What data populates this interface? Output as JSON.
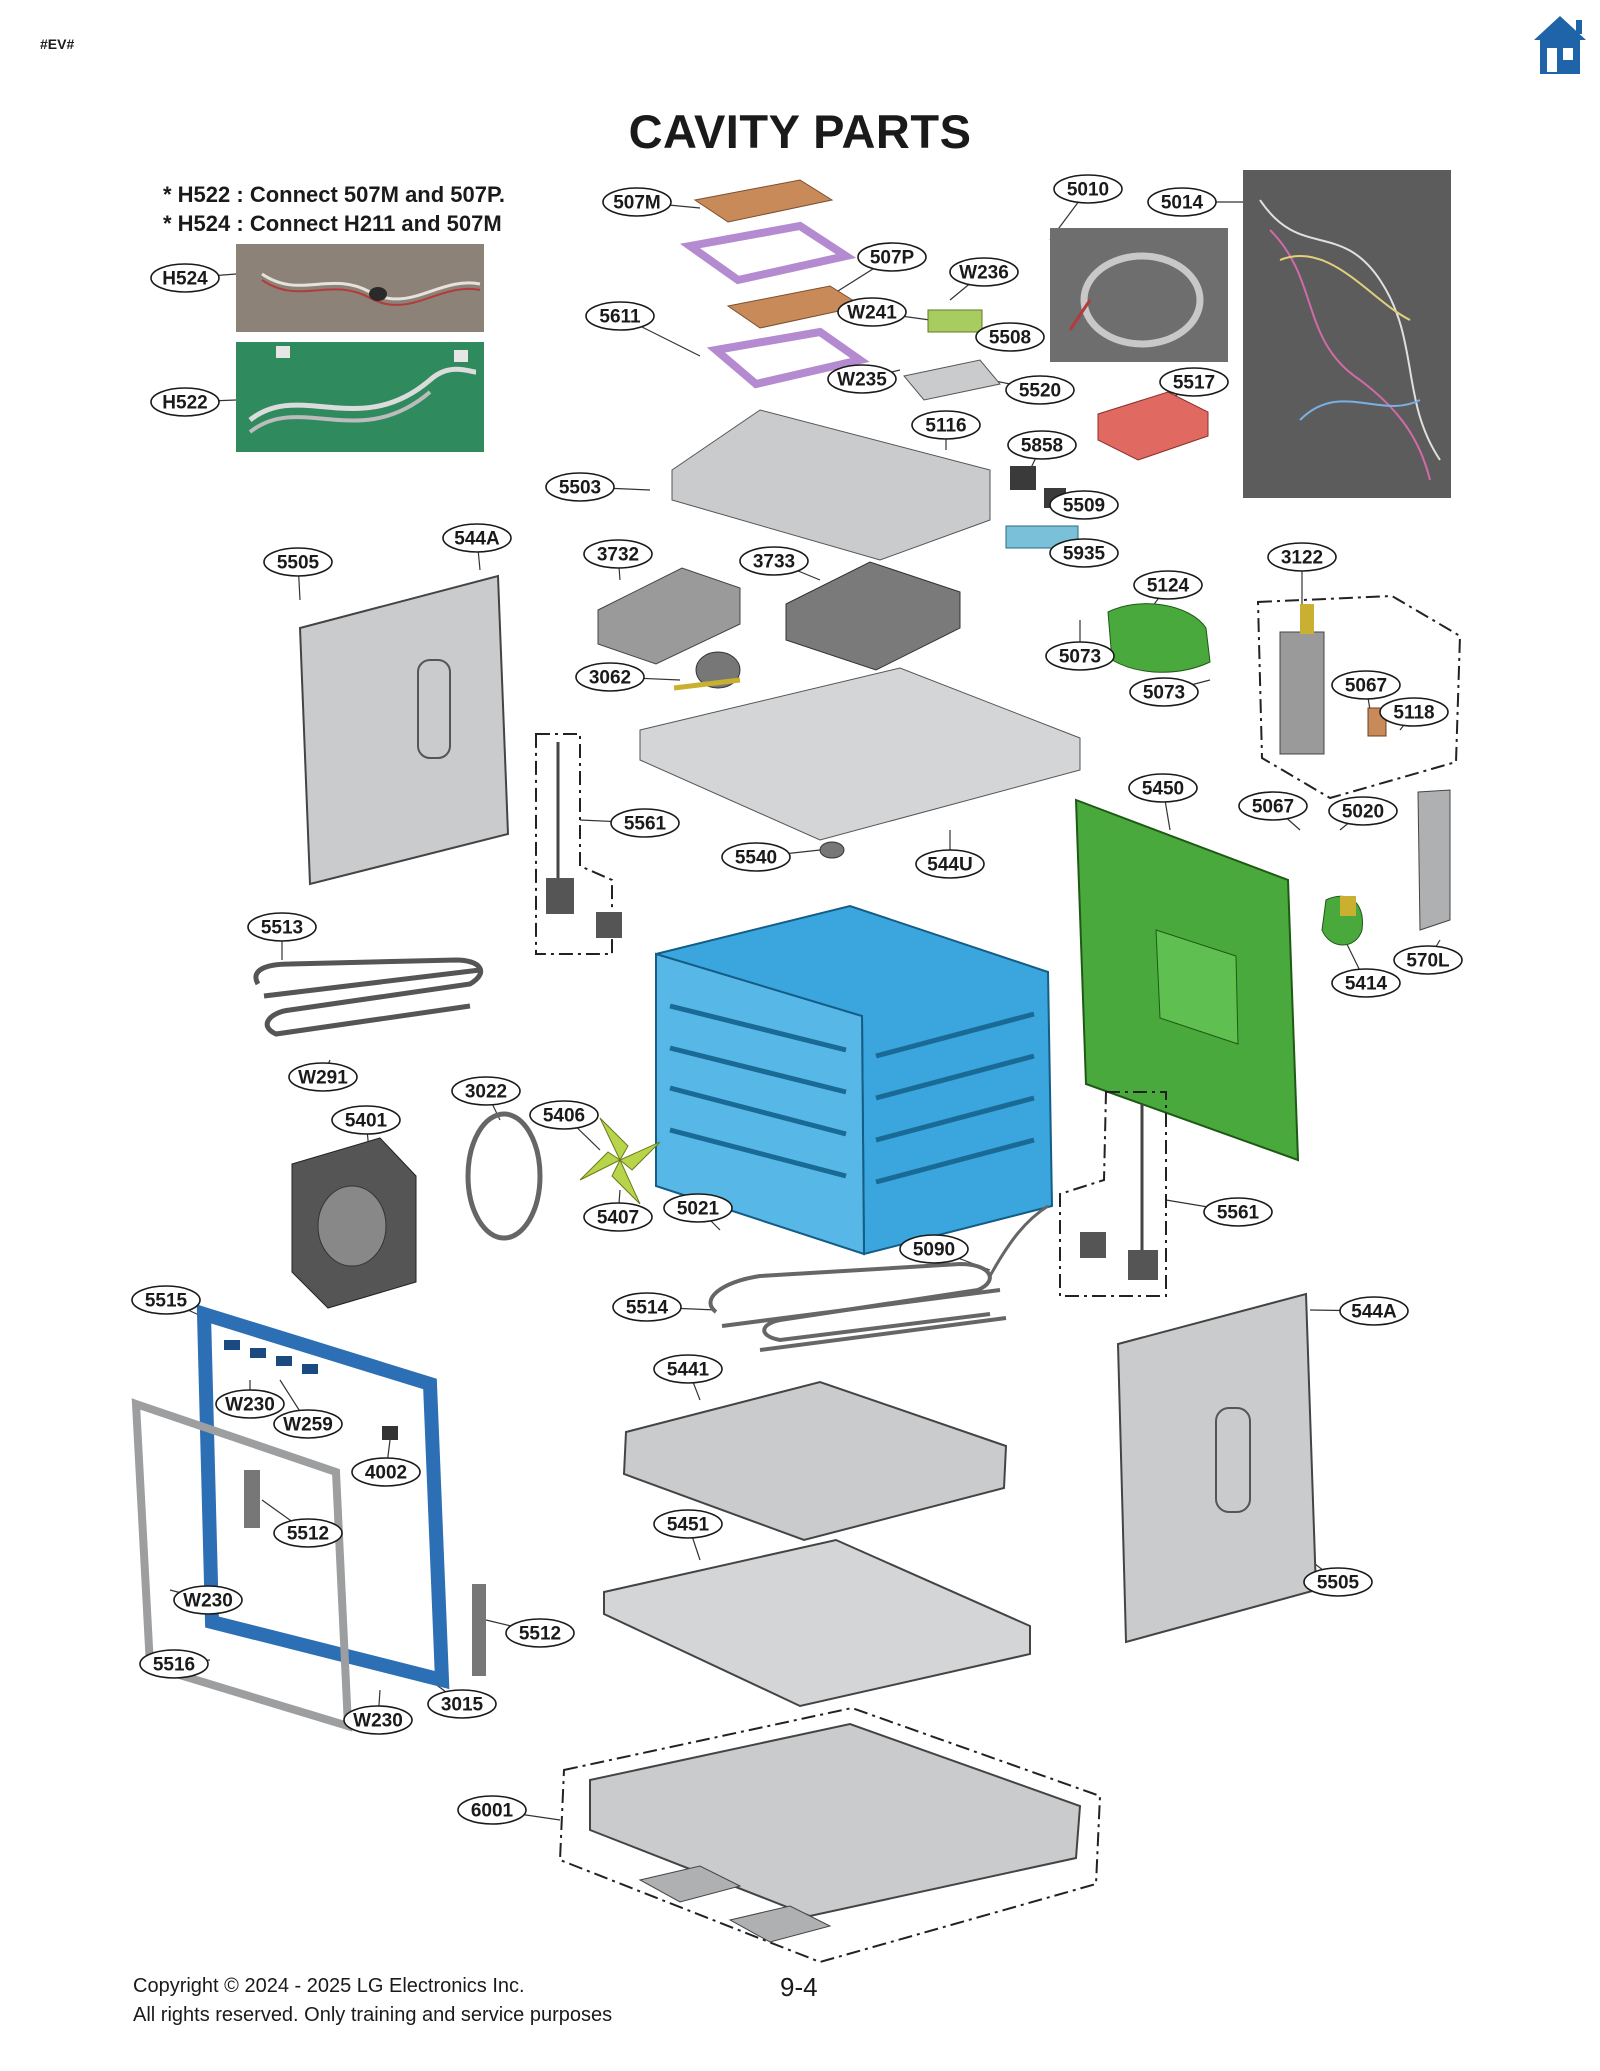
{
  "header": {
    "tag": "#EV#",
    "home_icon": "home-icon",
    "accent_color": "#1f63a8"
  },
  "title": "CAVITY PARTS",
  "notes": [
    "* H522 : Connect 507M and 507P.",
    "* H524 : Connect H211 and 507M"
  ],
  "colors": {
    "cavity_blue": "#3aa6dd",
    "panel_green": "#4aa93c",
    "door_frame_blue": "#2d6fb5",
    "heater_red": "#e06a62",
    "insulation_copper": "#c98a5a",
    "bracket_purple": "#b48ad0",
    "metal_gray": "#c9cbcd"
  },
  "callouts": [
    {
      "label": "507M"
    },
    {
      "label": "507P"
    },
    {
      "label": "W236"
    },
    {
      "label": "5611"
    },
    {
      "label": "W241"
    },
    {
      "label": "5508"
    },
    {
      "label": "W235"
    },
    {
      "label": "5520"
    },
    {
      "label": "5010"
    },
    {
      "label": "5014"
    },
    {
      "label": "5517"
    },
    {
      "label": "5116"
    },
    {
      "label": "5858"
    },
    {
      "label": "5509"
    },
    {
      "label": "5503"
    },
    {
      "label": "5935"
    },
    {
      "label": "H524"
    },
    {
      "label": "H522"
    },
    {
      "label": "5505"
    },
    {
      "label": "544A"
    },
    {
      "label": "3732"
    },
    {
      "label": "3733"
    },
    {
      "label": "3122"
    },
    {
      "label": "5124"
    },
    {
      "label": "5073"
    },
    {
      "label": "5073"
    },
    {
      "label": "3062"
    },
    {
      "label": "5067"
    },
    {
      "label": "5118"
    },
    {
      "label": "5561"
    },
    {
      "label": "5450"
    },
    {
      "label": "5067"
    },
    {
      "label": "5020"
    },
    {
      "label": "5540"
    },
    {
      "label": "544U"
    },
    {
      "label": "5513"
    },
    {
      "label": "570L"
    },
    {
      "label": "5414"
    },
    {
      "label": "W291"
    },
    {
      "label": "3022"
    },
    {
      "label": "5401"
    },
    {
      "label": "5406"
    },
    {
      "label": "5407"
    },
    {
      "label": "5021"
    },
    {
      "label": "5561"
    },
    {
      "label": "5090"
    },
    {
      "label": "5515"
    },
    {
      "label": "5514"
    },
    {
      "label": "544A"
    },
    {
      "label": "5441"
    },
    {
      "label": "W230"
    },
    {
      "label": "W259"
    },
    {
      "label": "4002"
    },
    {
      "label": "5512"
    },
    {
      "label": "5451"
    },
    {
      "label": "5505"
    },
    {
      "label": "W230"
    },
    {
      "label": "5512"
    },
    {
      "label": "5516"
    },
    {
      "label": "3015"
    },
    {
      "label": "W230"
    },
    {
      "label": "6001"
    }
  ],
  "footer": {
    "copyright": "Copyright © 2024 - 2025 LG Electronics Inc.",
    "rights": "All rights reserved. Only training and service purposes",
    "page": "9-4"
  }
}
